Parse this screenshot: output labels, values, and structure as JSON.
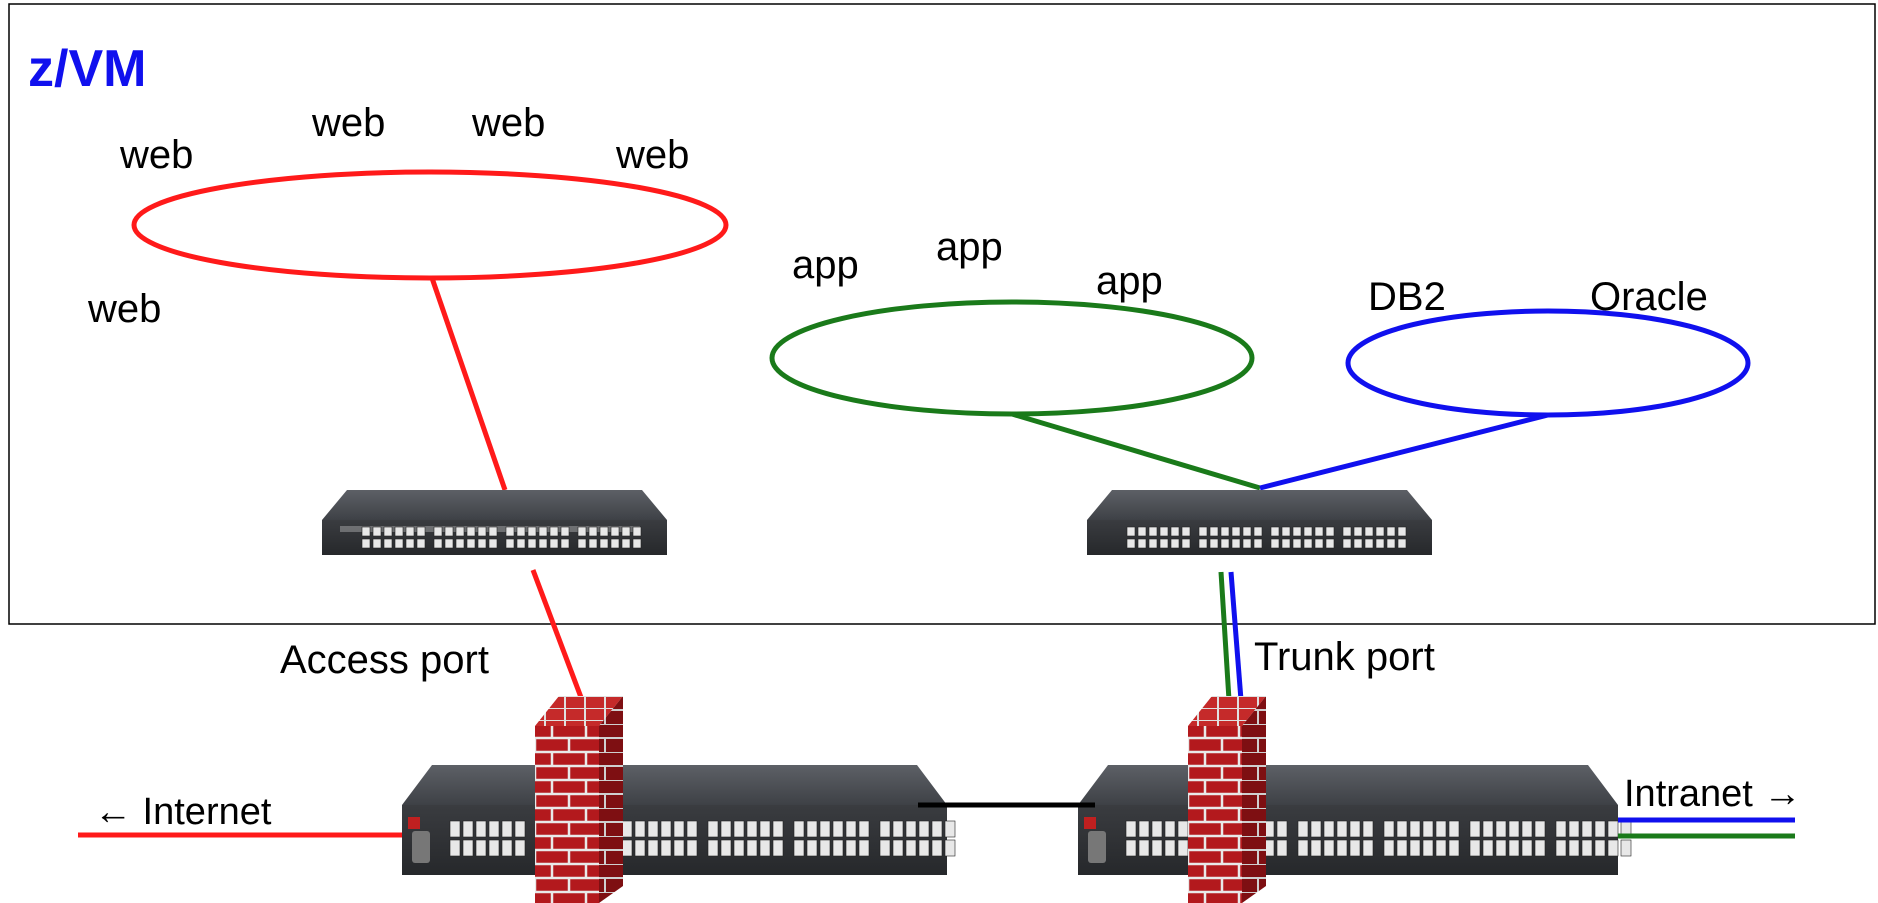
{
  "zvm": {
    "title": "z/VM"
  },
  "labels": {
    "web": [
      "web",
      "web",
      "web",
      "web",
      "web"
    ],
    "app": [
      "app",
      "app",
      "app"
    ],
    "db": [
      "DB2",
      "Oracle"
    ],
    "access_port": "Access port",
    "trunk_port": "Trunk port",
    "internet": "← Internet",
    "intranet": "Intranet →"
  },
  "colors": {
    "web_vlan": "#ff1a1a",
    "app_vlan": "#1a7a1a",
    "db_vlan": "#1010ee",
    "title": "#1010ee",
    "switch_body": "#4a4d52",
    "firewall": "#b01818"
  },
  "icons": {
    "virtual_switch": "network-switch-icon",
    "physical_switch": "network-switch-icon",
    "firewall": "brick-firewall-icon"
  }
}
